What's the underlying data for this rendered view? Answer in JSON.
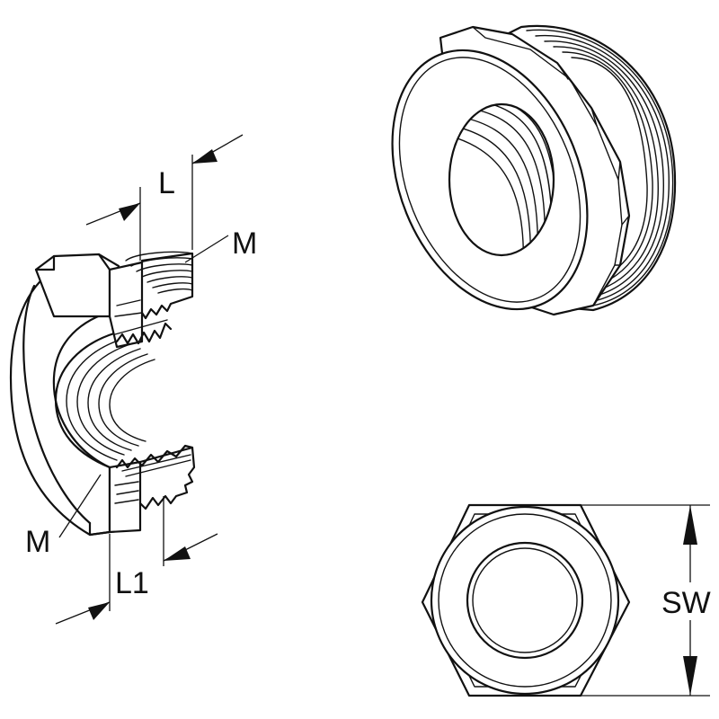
{
  "labels": {
    "length_top": "L",
    "thread_top": "M",
    "thread_bottom": "M",
    "length_bottom": "L1",
    "wrench_size": "SW"
  }
}
